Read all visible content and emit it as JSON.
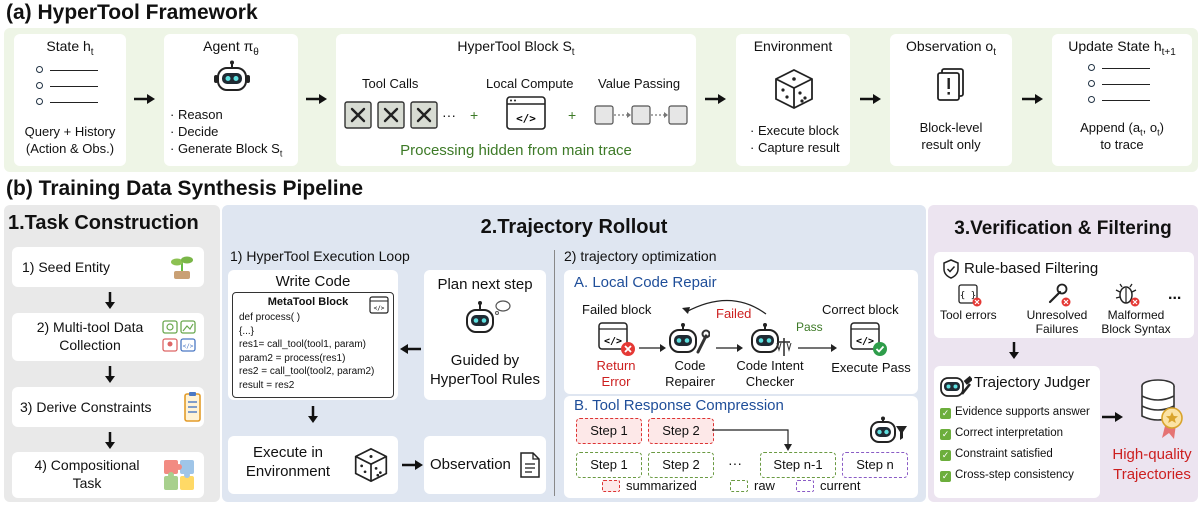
{
  "part_a": {
    "title": "(a) HyperTool Framework",
    "state": {
      "title": "State h",
      "sub": "t",
      "caption_1": "Query + History",
      "caption_2": "(Action & Obs.)"
    },
    "agent": {
      "title": "Agent π",
      "sub": "θ",
      "bullets": [
        "· Reason",
        "· Decide",
        "· Generate Block S"
      ],
      "bullet_sub": "t"
    },
    "block": {
      "title": "HyperTool Block S",
      "sub": "t",
      "tool_calls": "Tool Calls",
      "local_compute": "Local Compute",
      "value_passing": "Value Passing",
      "ellipsis": "···",
      "plus": "+",
      "footer": "Processing hidden from main trace"
    },
    "environment": {
      "title": "Environment",
      "bullets": [
        "· Execute block",
        "· Capture result"
      ]
    },
    "observation": {
      "title": "Observation o",
      "sub": "t",
      "caption_1": "Block-level",
      "caption_2": "result only"
    },
    "update": {
      "title": "Update State h",
      "sub": "t+1",
      "caption_1": "Append (a",
      "caption_1_sub_a": "t",
      "caption_1_mid": ", o",
      "caption_1_sub_o": "t",
      "caption_1_end": ")",
      "caption_2": "to trace"
    }
  },
  "part_b": {
    "title": "(b) Training Data Synthesis Pipeline",
    "task": {
      "title": "1.Task Construction",
      "steps": [
        "1) Seed Entity",
        "2) Multi-tool Data",
        "Collection",
        "3) Derive Constraints",
        "4) Compositional",
        "Task"
      ]
    },
    "rollout": {
      "title": "2.Trajectory Rollout",
      "loop_title": "1) HyperTool Execution Loop",
      "write_code": "Write Code",
      "metatool_title": "MetaTool Block",
      "code_lines": [
        "def process( )",
        "{...}",
        "res1= call_tool(tool1, param)",
        "param2 = process(res1)",
        "res2 = call_tool(tool2, param2)",
        "result = res2"
      ],
      "plan_title": "Plan next step",
      "guided_1": "Guided by",
      "guided_2": "HyperTool Rules",
      "execute_1": "Execute in",
      "execute_2": "Environment",
      "observation": "Observation",
      "opt_title": "2) trajectory optimization",
      "repair_title": "A. Local Code Repair",
      "failed_block": "Failed block",
      "failed": "Failed",
      "pass": "Pass",
      "correct_block": "Correct block",
      "return_error_1": "Return",
      "return_error_2": "Error",
      "repairer_1": "Code",
      "repairer_2": "Repairer",
      "checker_1": "Code Intent",
      "checker_2": "Checker",
      "execute_pass": "Execute Pass",
      "compress_title": "B. Tool Response Compression",
      "steps_top": [
        "Step 1",
        "Step 2"
      ],
      "steps_bottom": [
        "Step 1",
        "Step 2",
        "Step n-1",
        "Step n"
      ],
      "ellipsis": "···",
      "legend": [
        "summarized",
        "raw",
        "current"
      ]
    },
    "verify": {
      "title": "3.Verification & Filtering",
      "rule_title": "Rule-based Filtering",
      "rules": [
        "Tool errors",
        "Unresolved",
        "Failures",
        "Malformed",
        "Block Syntax",
        "..."
      ],
      "judge_title": "Trajectory Judger",
      "checks": [
        "Evidence supports answer",
        "Correct interpretation",
        "Constraint satisfied",
        "Cross-step consistency"
      ],
      "hq_1": "High-quality",
      "hq_2": "Trajectories"
    }
  },
  "colors": {
    "green_band": "#eef5e6",
    "blue_panel": "#dfe6f1",
    "purple_panel": "#ece4f0",
    "grey_panel": "#e9e9e9",
    "accent_green": "#3d7a27",
    "accent_red": "#cc1f1f",
    "accent_blue": "#1f4e99"
  }
}
